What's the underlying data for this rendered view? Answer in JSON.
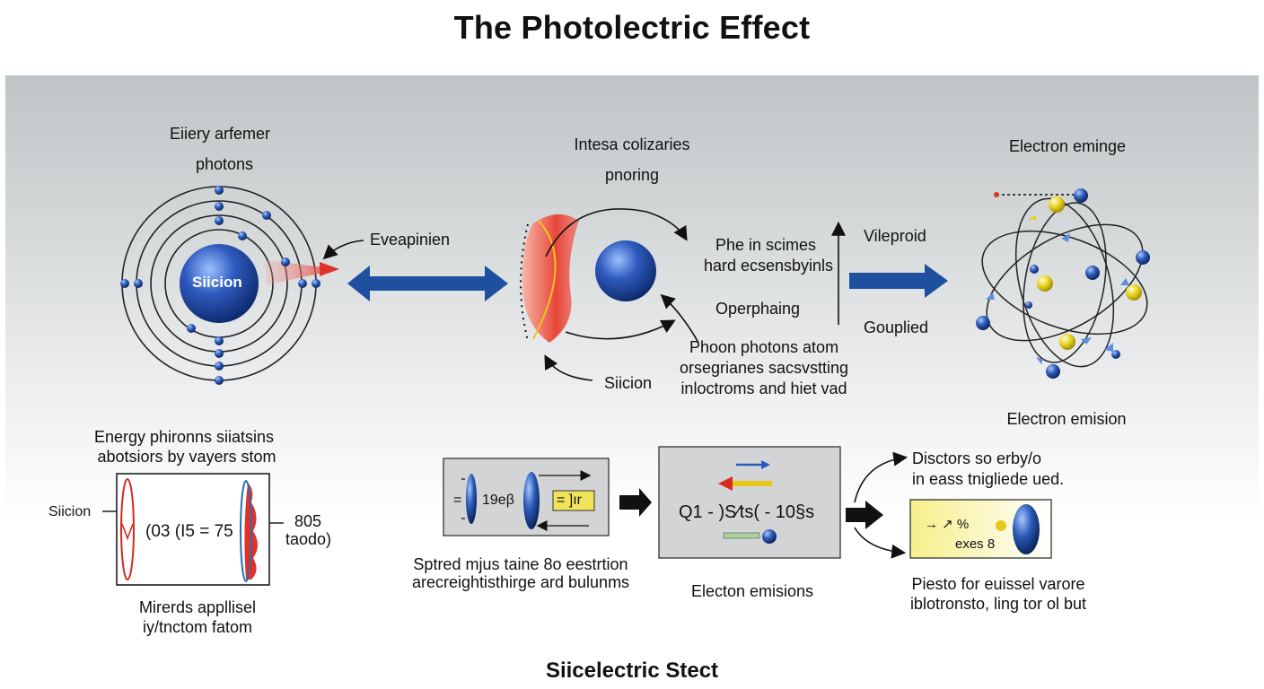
{
  "title": "The Photolectric Effect",
  "footer": "Siicelectric Stect",
  "left_atom": {
    "heading_line1": "Eiiery arfemer",
    "heading_line2": "photons",
    "nucleus_label": "Siicion",
    "arrow_label": "Eveapinien"
  },
  "middle": {
    "heading_line1": "Intesa colizaries",
    "heading_line2": "pnoring",
    "label_right1_line1": "Phe in scimes",
    "label_right1_line2": "hard ecsensbyinls",
    "label_right2": "Operphaing",
    "label_right3_line1": "Phoon photons atom",
    "label_right3_line2": "orsegrianes sacsvstting",
    "label_right3_line3": "inloctroms and hiet vad",
    "label_bottom": "Siicion"
  },
  "right_atom": {
    "heading": "Electron eminge",
    "label_top": "Vileproid",
    "label_bottom": "Gouplied",
    "caption": "Electron emision"
  },
  "bottom_left": {
    "heading_line1": "Energy phironns siiatsins",
    "heading_line2": "abotsiors by vayers stom",
    "side_label_left": "Siicion",
    "side_label_right_line1": "805",
    "side_label_right_line2": "taodo)",
    "formula": "(03 (I5 = 75",
    "caption_line1": "Mirerds appllisel",
    "caption_line2": "iy/tnctom fatom"
  },
  "bottom_mid1": {
    "box_left_text": "=",
    "box_text": "19eβ",
    "box_highlight": "= ]ır",
    "caption_line1": "Sptred mjus taine 8o eestrtion",
    "caption_line2": "arecreightisthirge ard bulunms"
  },
  "bottom_mid2": {
    "formula": "Q1 - )S∕ts( - 10§s",
    "caption": "Electon emisions"
  },
  "bottom_right": {
    "heading_line1": "Disctors so erby/o",
    "heading_line2": "in eass tnigliede ued.",
    "box_line1": "→ ↗ %",
    "box_line2": "exes  8",
    "caption_line1": "Piesto for euissel varore",
    "caption_line2": "iblotronsto, ling tor ol but"
  },
  "colors": {
    "electron_blue": "#2d5bb8",
    "nucleus_blue": "#2f5bbf",
    "arrow_blue": "#1f4f9f",
    "photon_red": "#e0312a",
    "electron_yellow": "#e6d21a",
    "highlight_yellow": "#f1e35a"
  }
}
